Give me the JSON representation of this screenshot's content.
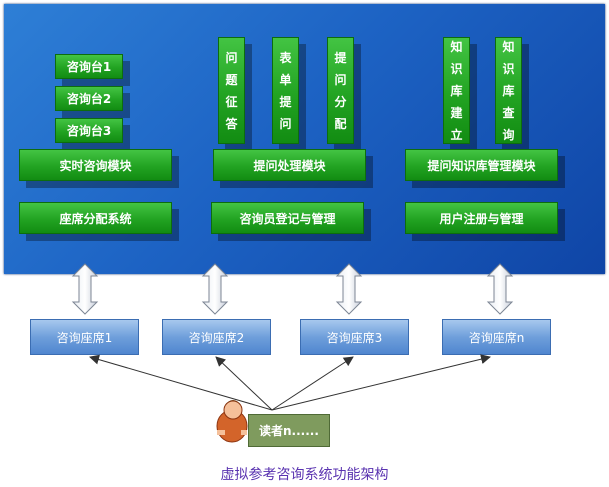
{
  "console_boxes": [
    "咨询台1",
    "咨询台2",
    "咨询台3"
  ],
  "question_columns": [
    "问题征答",
    "表单提问",
    "提问分配"
  ],
  "knowledge_columns": [
    "知识库建立",
    "知识库查询"
  ],
  "modules": {
    "realtime": "实时咨询模块",
    "question_processing": "提问处理模块",
    "knowledge_management": "提问知识库管理模块",
    "seat_allocation": "座席分配系统",
    "consultant_mgmt": "咨询员登记与管理",
    "user_mgmt": "用户注册与管理"
  },
  "seats": [
    "咨询座席1",
    "咨询座席2",
    "咨询座席3",
    "咨询座席n"
  ],
  "reader": "读者n......",
  "caption": "虚拟参考咨询系统功能架构",
  "colors": {
    "panel": "#1d63c4",
    "green_module": "#22a322",
    "seat_box": "#6f9fdb",
    "reader_box": "#7f9b5e",
    "caption": "#5a33b0"
  },
  "icons": {
    "reader": "person-icon",
    "link": "double-arrow-icon"
  }
}
